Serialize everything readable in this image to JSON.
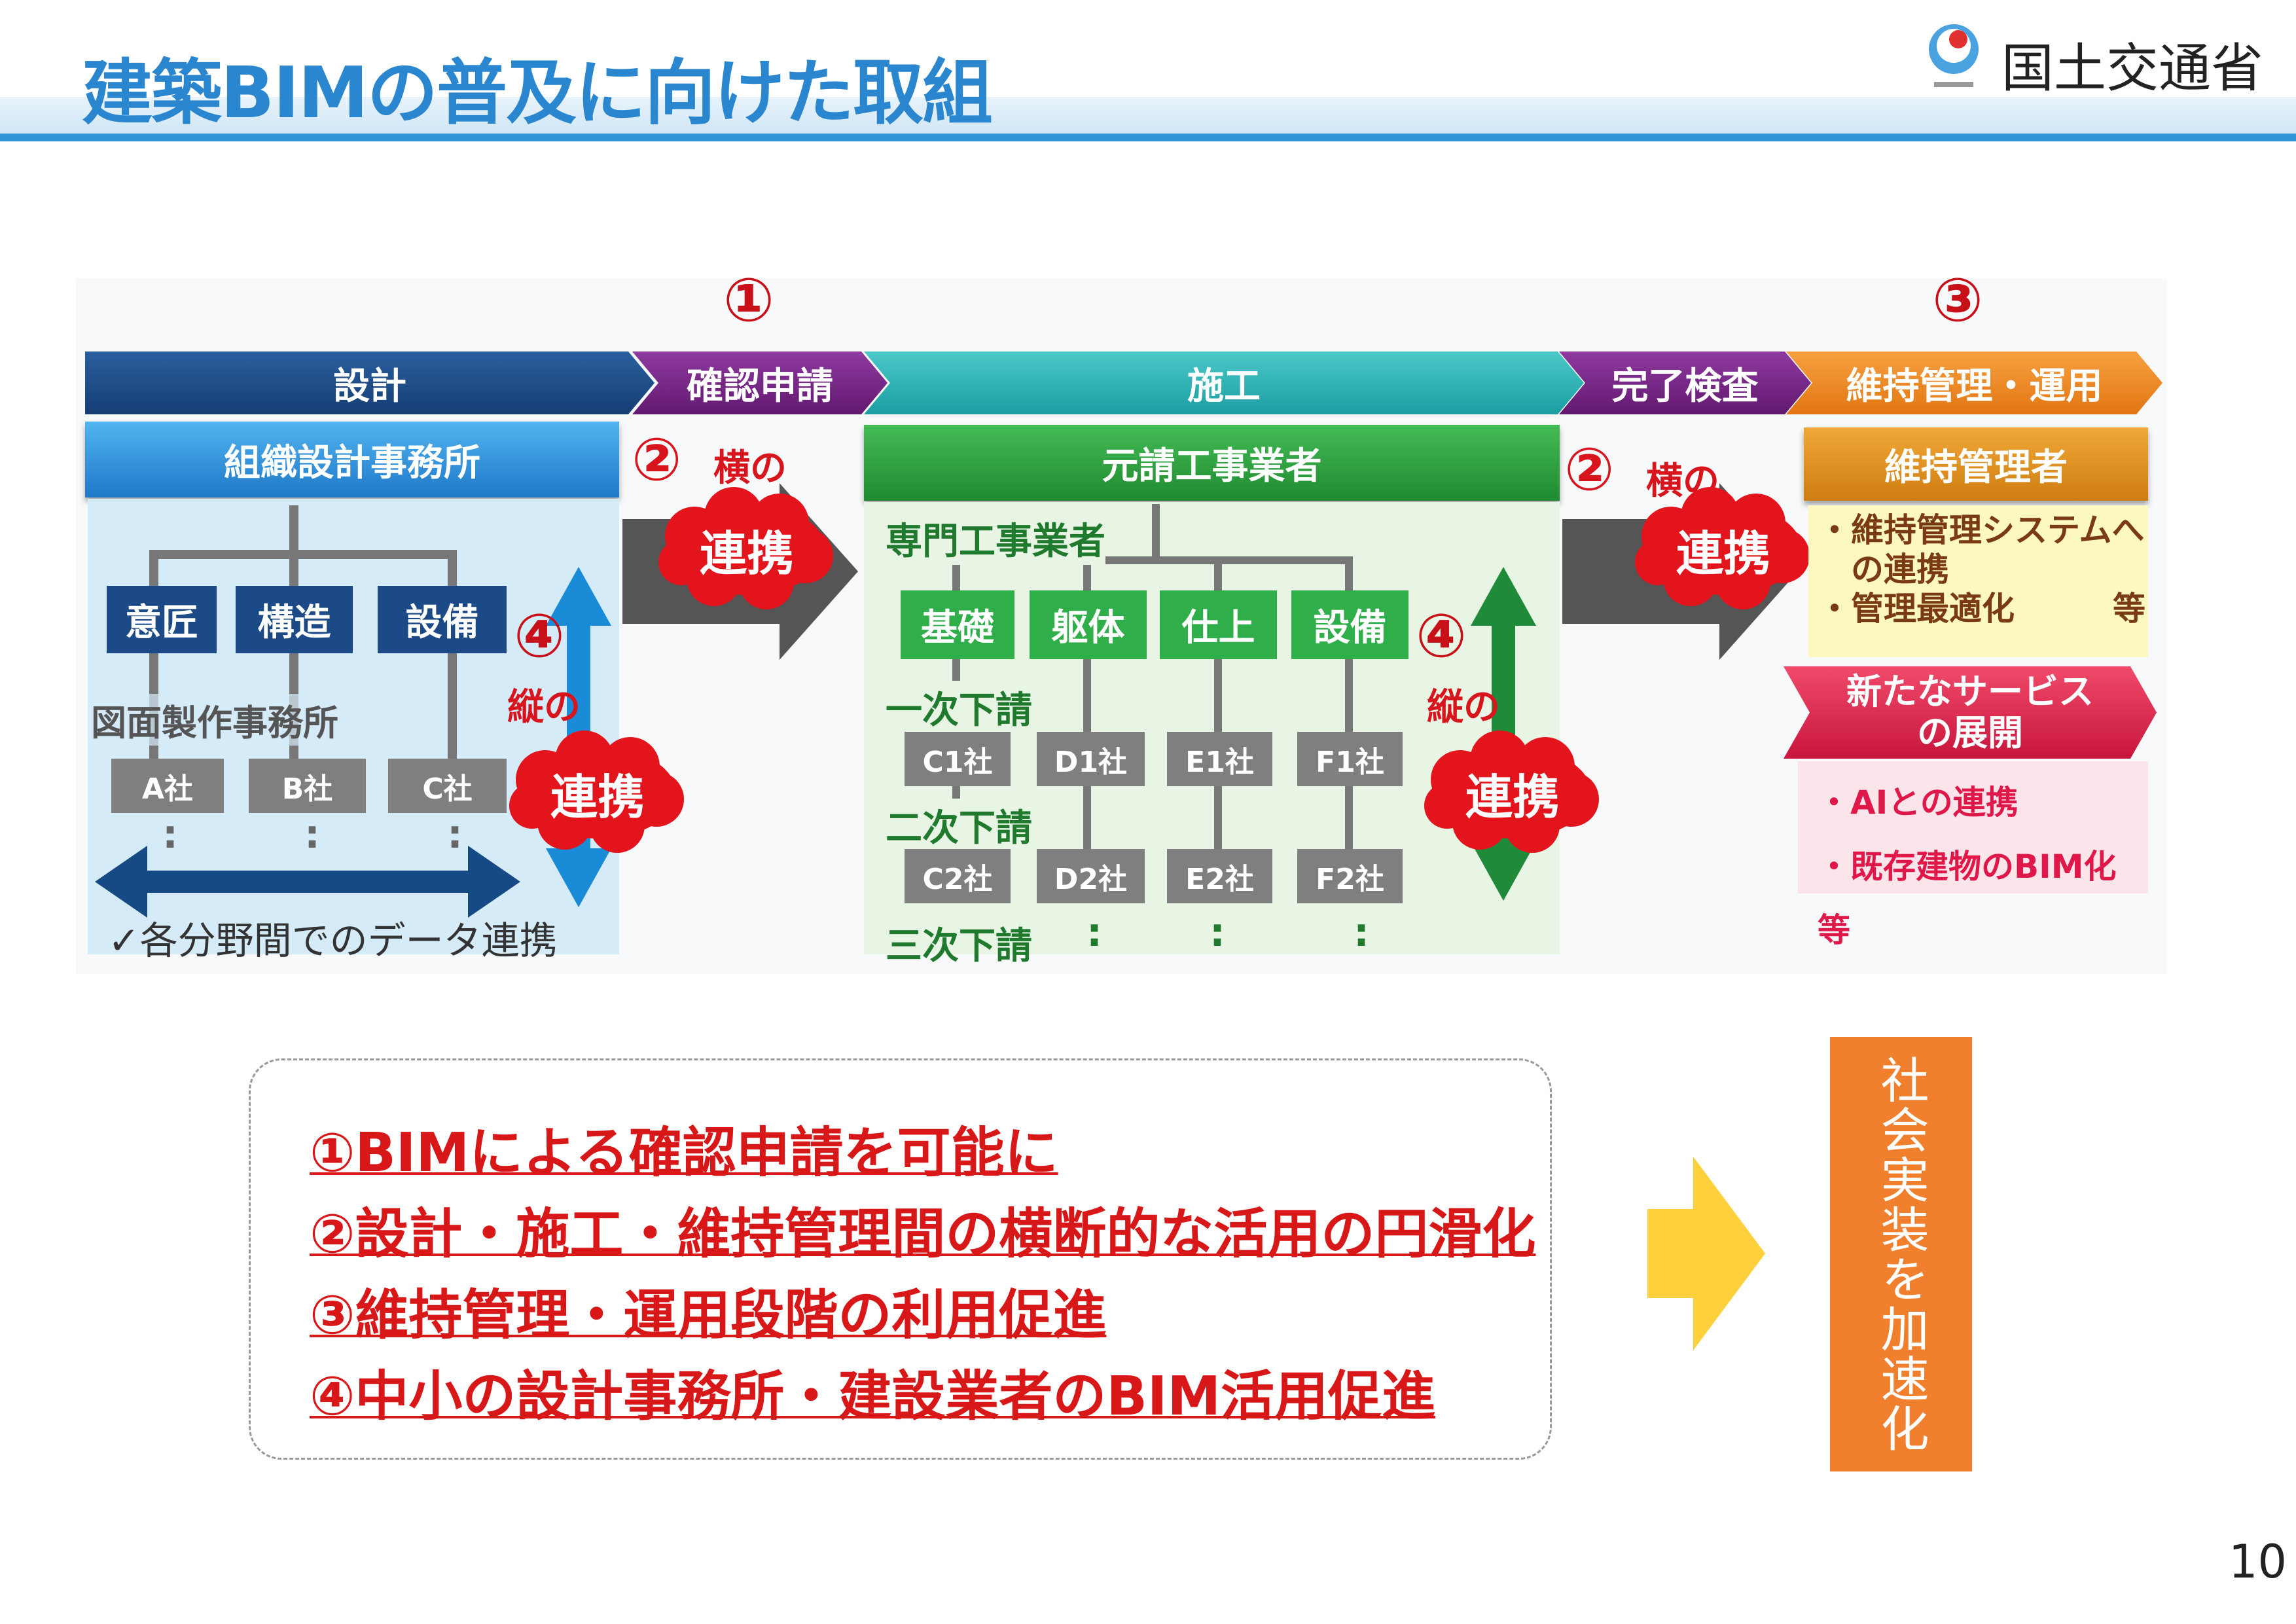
{
  "header": {
    "title": "建築BIMの普及に向けた取組",
    "org": "国土交通省"
  },
  "phases": [
    "設計",
    "確認申請",
    "施工",
    "完了検査",
    "維持管理・運用"
  ],
  "markers": {
    "one": "①",
    "three": "③",
    "two": "②",
    "four": "④"
  },
  "link": {
    "horizontal": "横の",
    "vertical": "縦の",
    "cloud": "連携"
  },
  "design": {
    "org": "組織設計事務所",
    "disciplines": [
      "意匠",
      "構造",
      "設備"
    ],
    "drafting": "図面製作事務所",
    "companies": [
      "A社",
      "B社",
      "C社"
    ],
    "dots": ":",
    "note": "✓各分野間でのデータ連携"
  },
  "construction": {
    "org": "元請工事業者",
    "specialists": "専門工事業者",
    "trades": [
      "基礎",
      "躯体",
      "仕上",
      "設備"
    ],
    "tier1": "一次下請",
    "tier1_companies": [
      "C1社",
      "D1社",
      "E1社",
      "F1社"
    ],
    "tier2": "二次下請",
    "tier2_companies": [
      "C2社",
      "D2社",
      "E2社",
      "F2社"
    ],
    "tier3": "三次下請",
    "dots": ":"
  },
  "maintenance": {
    "org": "維持管理者",
    "items": [
      "・維持管理システムへ",
      "　の連携",
      "・管理最適化　　　等"
    ],
    "service_title": [
      "新たなサービス",
      "の展開"
    ],
    "service_items": [
      "・AIとの連携",
      "・既存建物のBIM化 等"
    ]
  },
  "summary": [
    "①BIMによる確認申請を可能に",
    "②設計・施工・維持管理間の横断的な活用の円滑化",
    "③維持管理・運用段階の利用促進",
    "④中小の設計事務所・建設業者のBIM活用促進"
  ],
  "callout": "社会実装を加速化",
  "page_number": "10"
}
